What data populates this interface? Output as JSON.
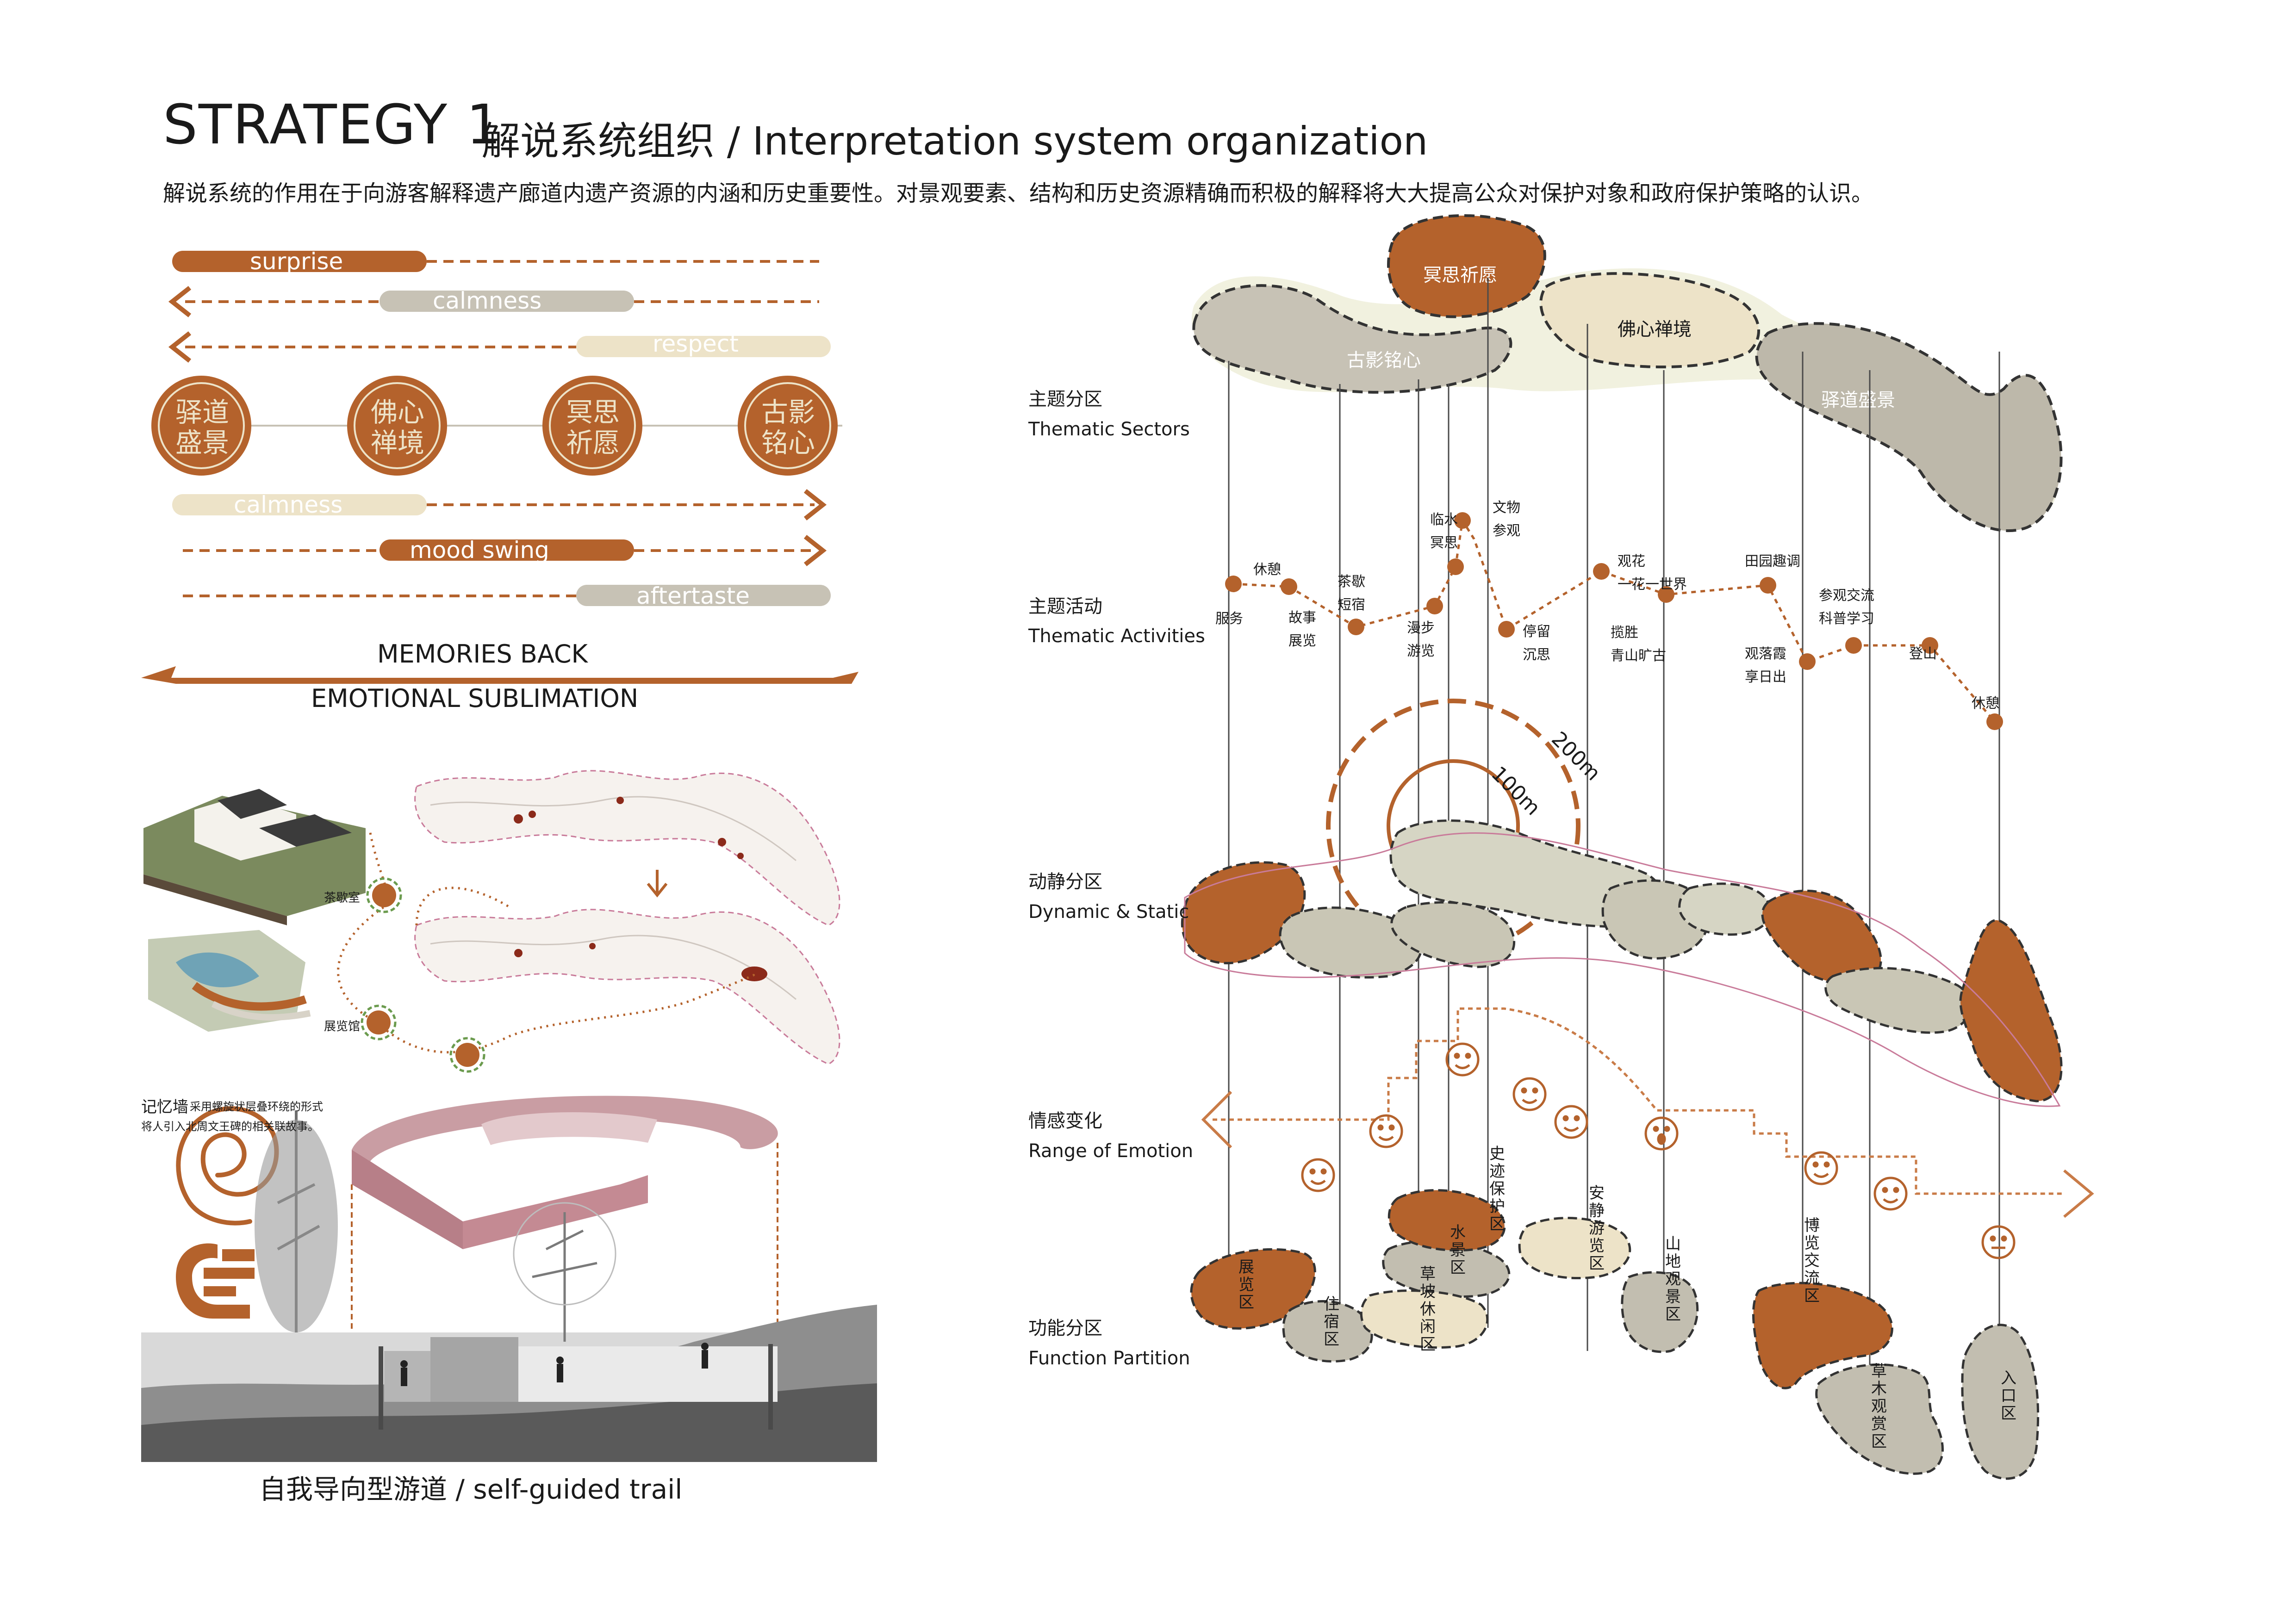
{
  "header": {
    "title": "STRATEGY 1",
    "subtitle": "解说系统组织 / Interpretation system organization",
    "intro": "解说系统的作用在于向游客解释遗产廊道内遗产资源的内涵和历史重要性。对景观要素、结构和历史资源精确而积极的解释将大大提高公众对保护对象和政府保护策略的认识。"
  },
  "emotions": {
    "bars": [
      "surprise",
      "calmness",
      "respect",
      "calmness",
      "mood swing",
      "aftertaste"
    ],
    "seals": [
      "驿道盛景",
      "佛心禅境",
      "冥思祈愿",
      "古影铭心"
    ],
    "memories": "MEMORIES BACK",
    "sublimation": "EMOTIONAL SUBLIMATION"
  },
  "trail": {
    "labels": [
      "茶歇室",
      "展览馆"
    ],
    "wall_title": "记忆墙",
    "wall_desc1": "采用螺旋状层叠环绕的形式",
    "wall_desc2": "将人引入北周文王碑的相关联故事。",
    "caption": "自我导向型游道 / self-guided trail"
  },
  "rows": [
    {
      "zh": "主题分区",
      "en": "Thematic Sectors"
    },
    {
      "zh": "主题活动",
      "en": "Thematic Activities"
    },
    {
      "zh": "动静分区",
      "en": "Dynamic & Static"
    },
    {
      "zh": "情感变化",
      "en": "Range of Emotion"
    },
    {
      "zh": "功能分区",
      "en": "Function Partition"
    }
  ],
  "sectors": [
    "冥思祈愿",
    "古影铭心",
    "佛心禅境",
    "驿道盛景"
  ],
  "activities": [
    "服务",
    "休憩",
    "故事",
    "展览",
    "茶歇",
    "短宿",
    "漫步",
    "游览",
    "临水",
    "冥思",
    "文物",
    "参观",
    "停留",
    "沉思",
    "观花",
    "一花一世界",
    "揽胜",
    "青山旷古",
    "田园趣调",
    "参观交流",
    "科普学习",
    "观落霞",
    "享日出",
    "登山",
    "休憩"
  ],
  "radius": {
    "outer": "200m",
    "inner": "100m"
  },
  "functions": [
    "展览区",
    "住宿区",
    "草坡休闲区",
    "水景区",
    "史迹保护区",
    "安静游览区",
    "山地观景区",
    "博览交流区",
    "草木观赏区",
    "入口区"
  ],
  "colors": {
    "accent": "#b4622c",
    "accent_light": "#c97b47",
    "grey_zone": "#bdb8aa",
    "cream_zone": "#ede3c8",
    "dark_text": "#1a1a1a"
  }
}
